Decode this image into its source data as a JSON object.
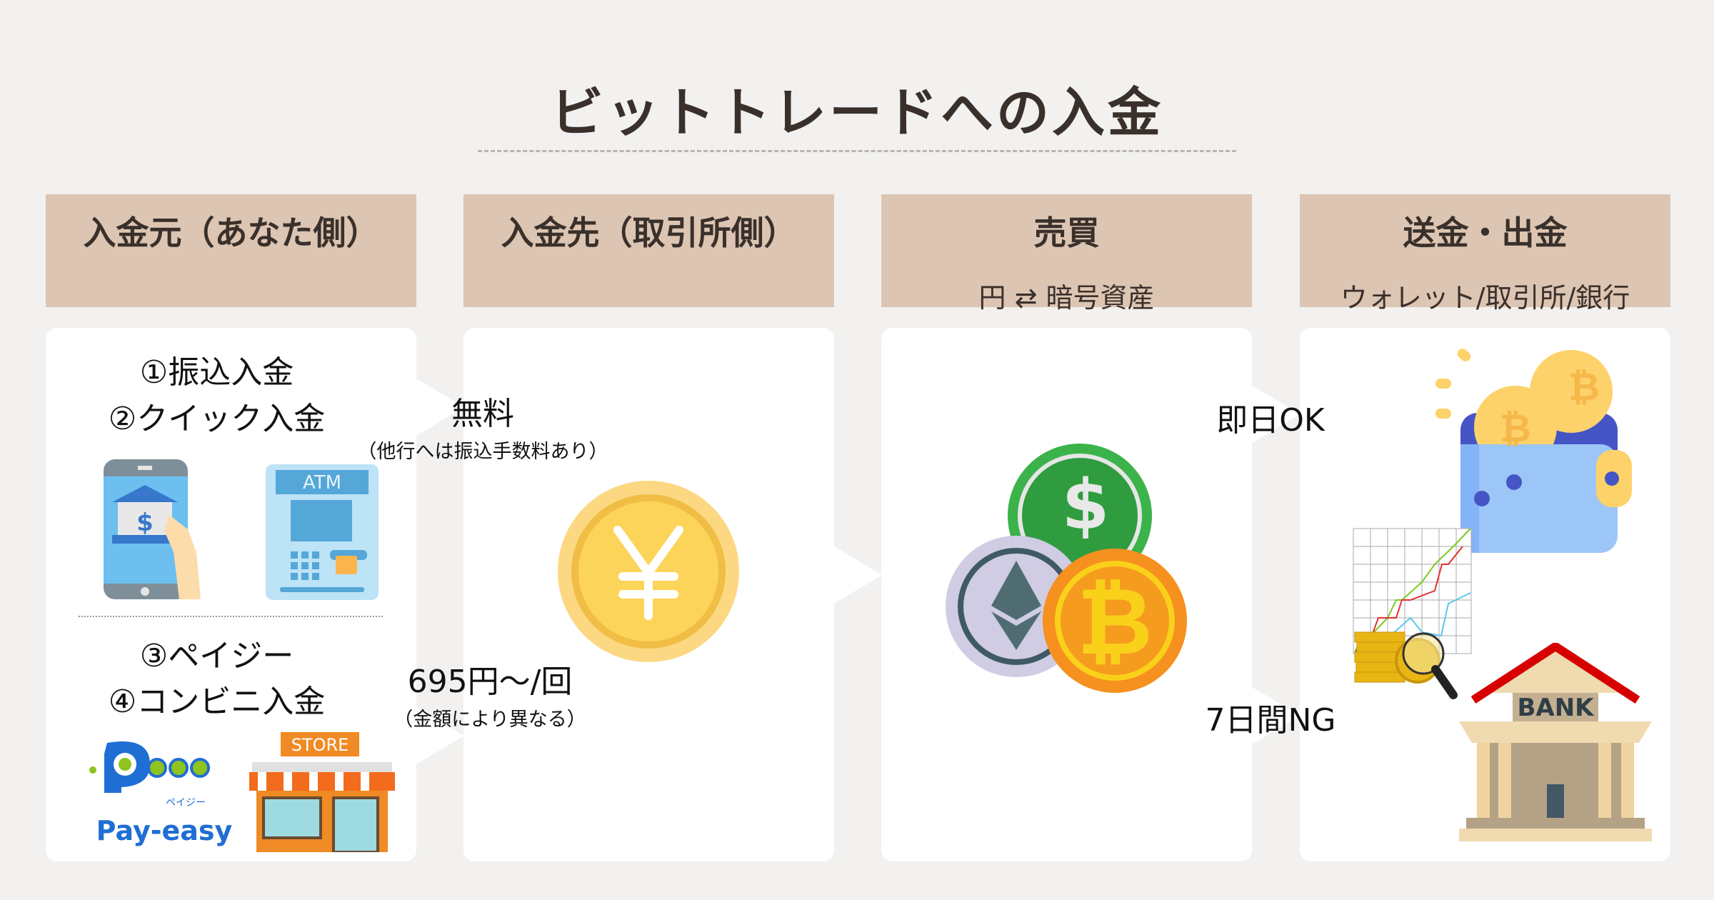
{
  "title": "ビットトレードへの入金",
  "columns": [
    {
      "header": "入金元（あなた側）",
      "sub": ""
    },
    {
      "header": "入金先（取引所側）",
      "sub": ""
    },
    {
      "header": "売買",
      "sub": "円 ⇄ 暗号資産"
    },
    {
      "header": "送金・出金",
      "sub": "ウォレット/取引所/銀行"
    }
  ],
  "methods": {
    "m1": "①振込入金",
    "m2": "②クイック入金",
    "m3": "③ペイジー",
    "m4": "④コンビニ入金"
  },
  "fees": {
    "free": "無料",
    "free_note": "（他行へは振込手数料あり）",
    "paid": "695円〜/回",
    "paid_note": "（金額により異なる）"
  },
  "transfer": {
    "ok": "即日OK",
    "ng": "7日間NG"
  },
  "icon_labels": {
    "atm": "ATM",
    "store": "STORE",
    "payeasy": "Pay-easy",
    "payeasy_kana": "ペイジー",
    "bank": "BANK"
  },
  "colors": {
    "header_bg": "#dcc5b2",
    "background": "#f2f1ef",
    "title": "#3a302b"
  }
}
